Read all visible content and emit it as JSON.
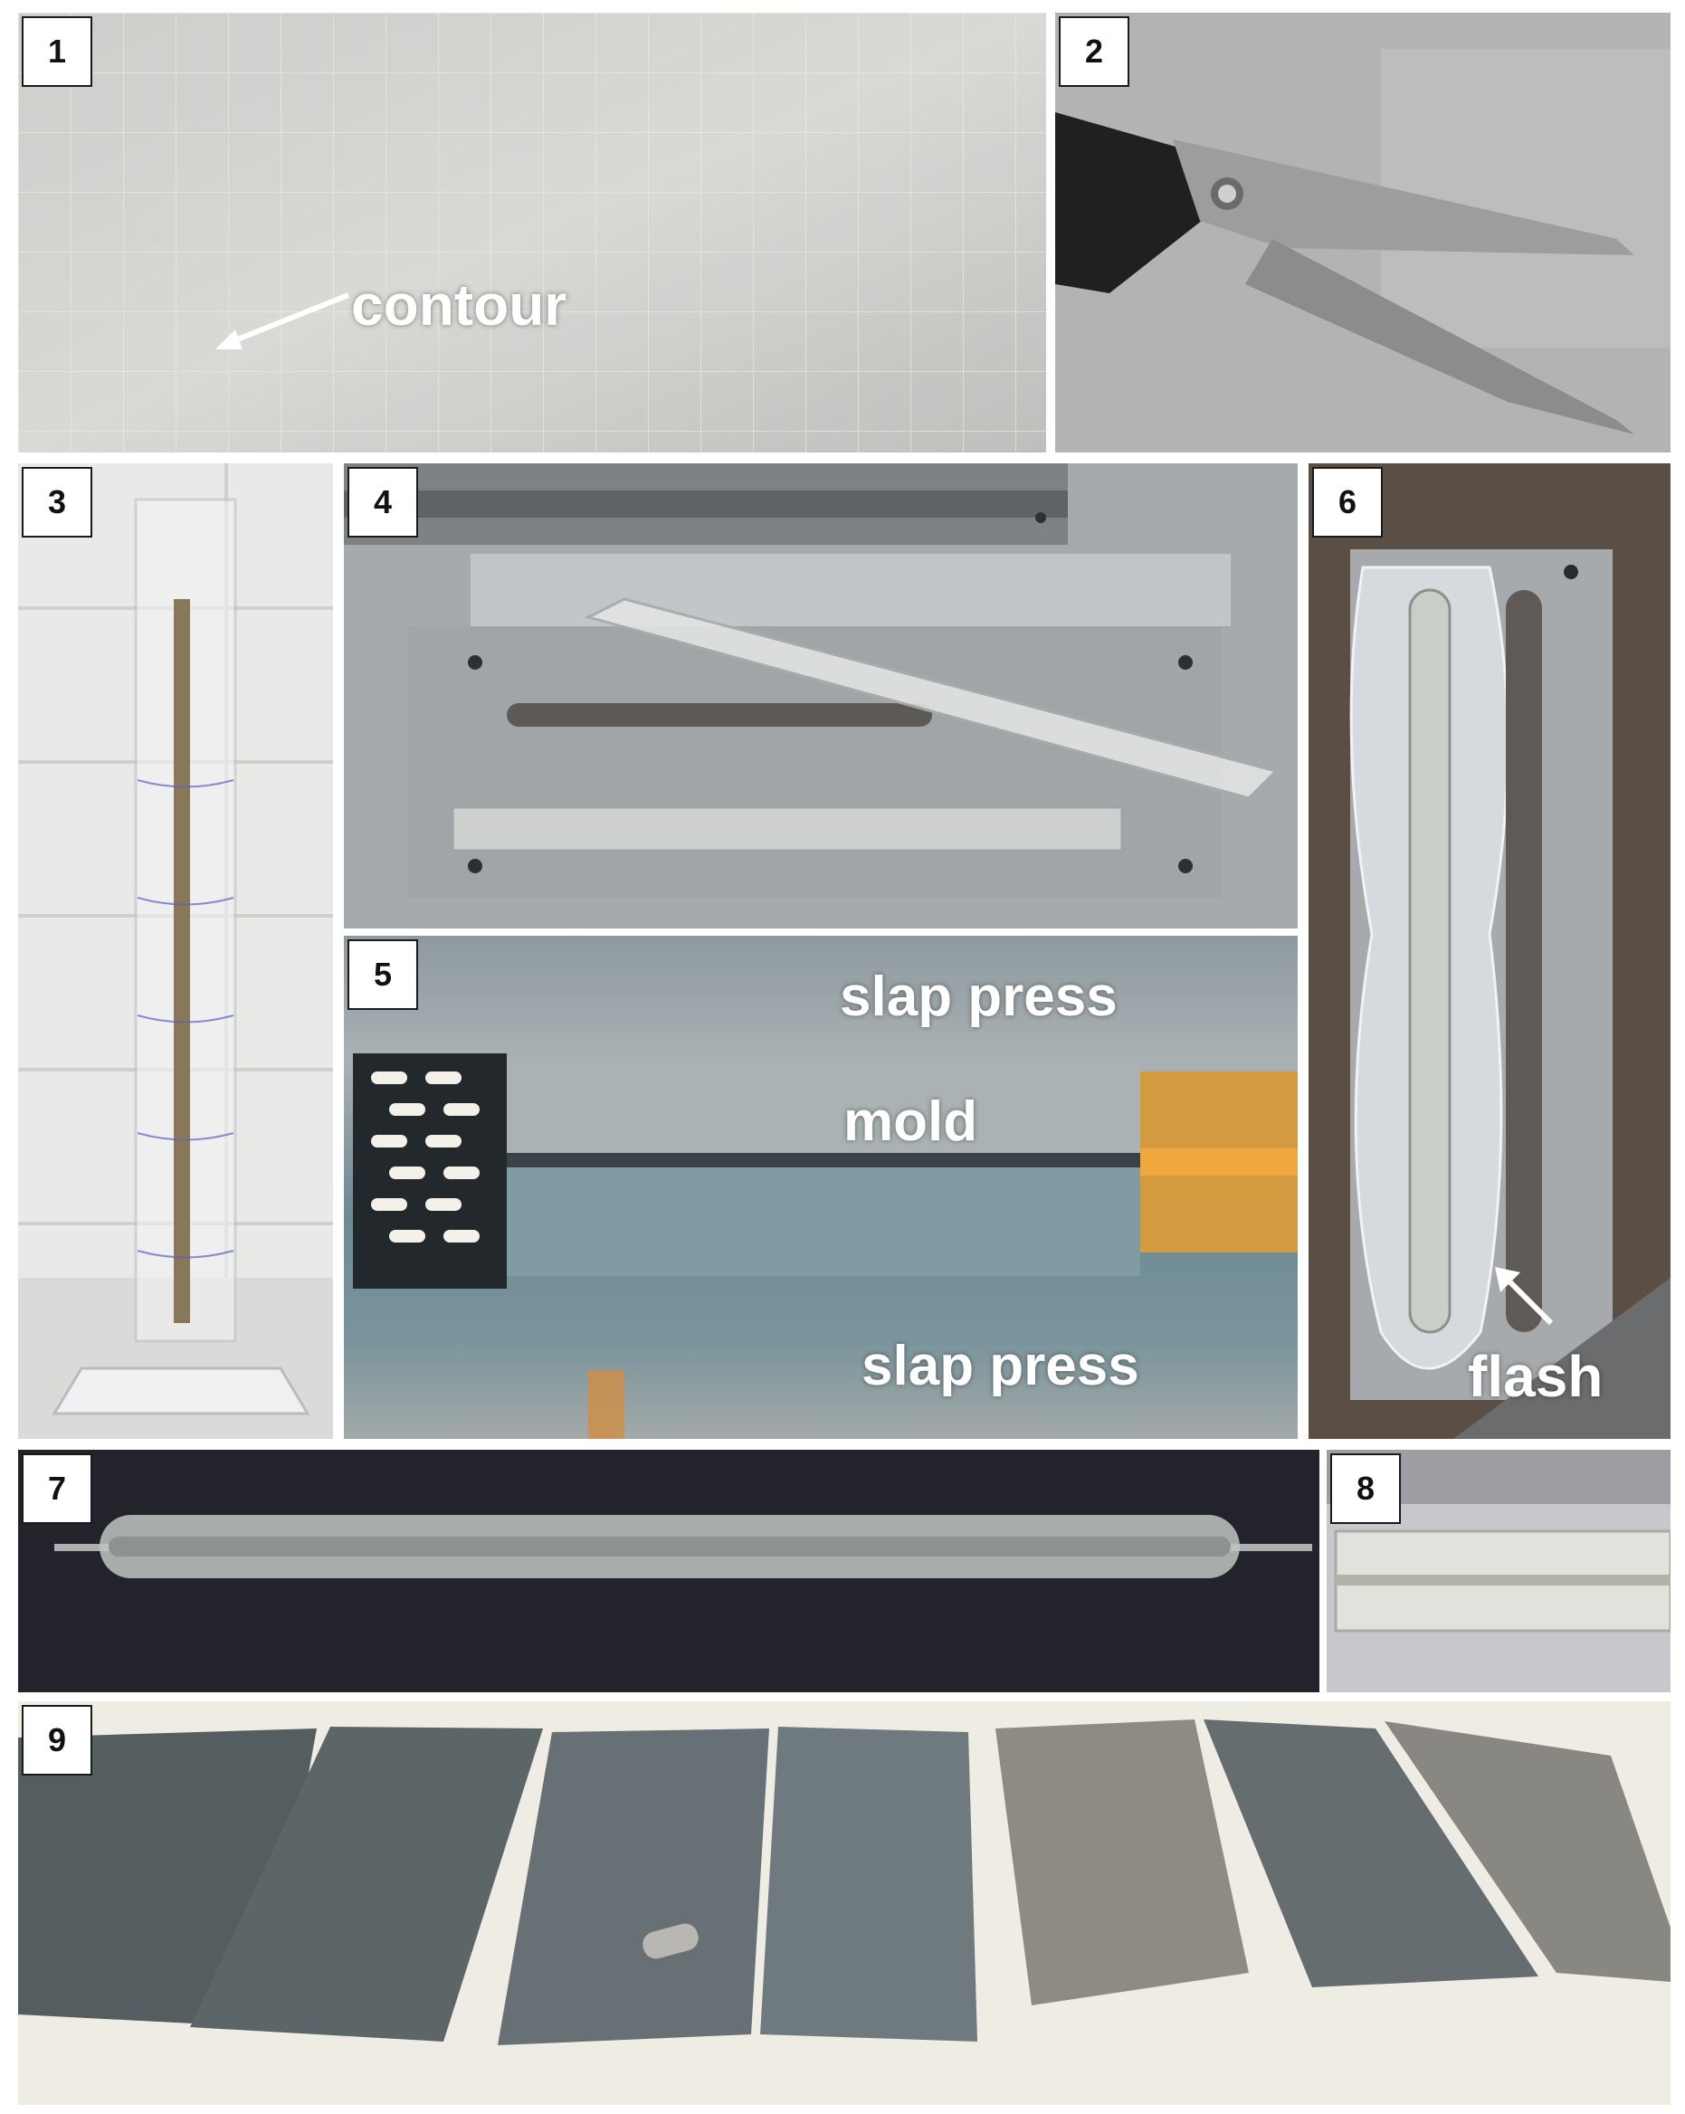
{
  "panels": [
    {
      "number": "1",
      "caption": "contour"
    },
    {
      "number": "2"
    },
    {
      "number": "3"
    },
    {
      "number": "4"
    },
    {
      "number": "5",
      "caption_top": "slap press",
      "caption_middle": "mold",
      "caption_bottom": "slap press"
    },
    {
      "number": "6",
      "caption": "flash"
    },
    {
      "number": "7"
    },
    {
      "number": "8"
    },
    {
      "number": "9"
    }
  ]
}
